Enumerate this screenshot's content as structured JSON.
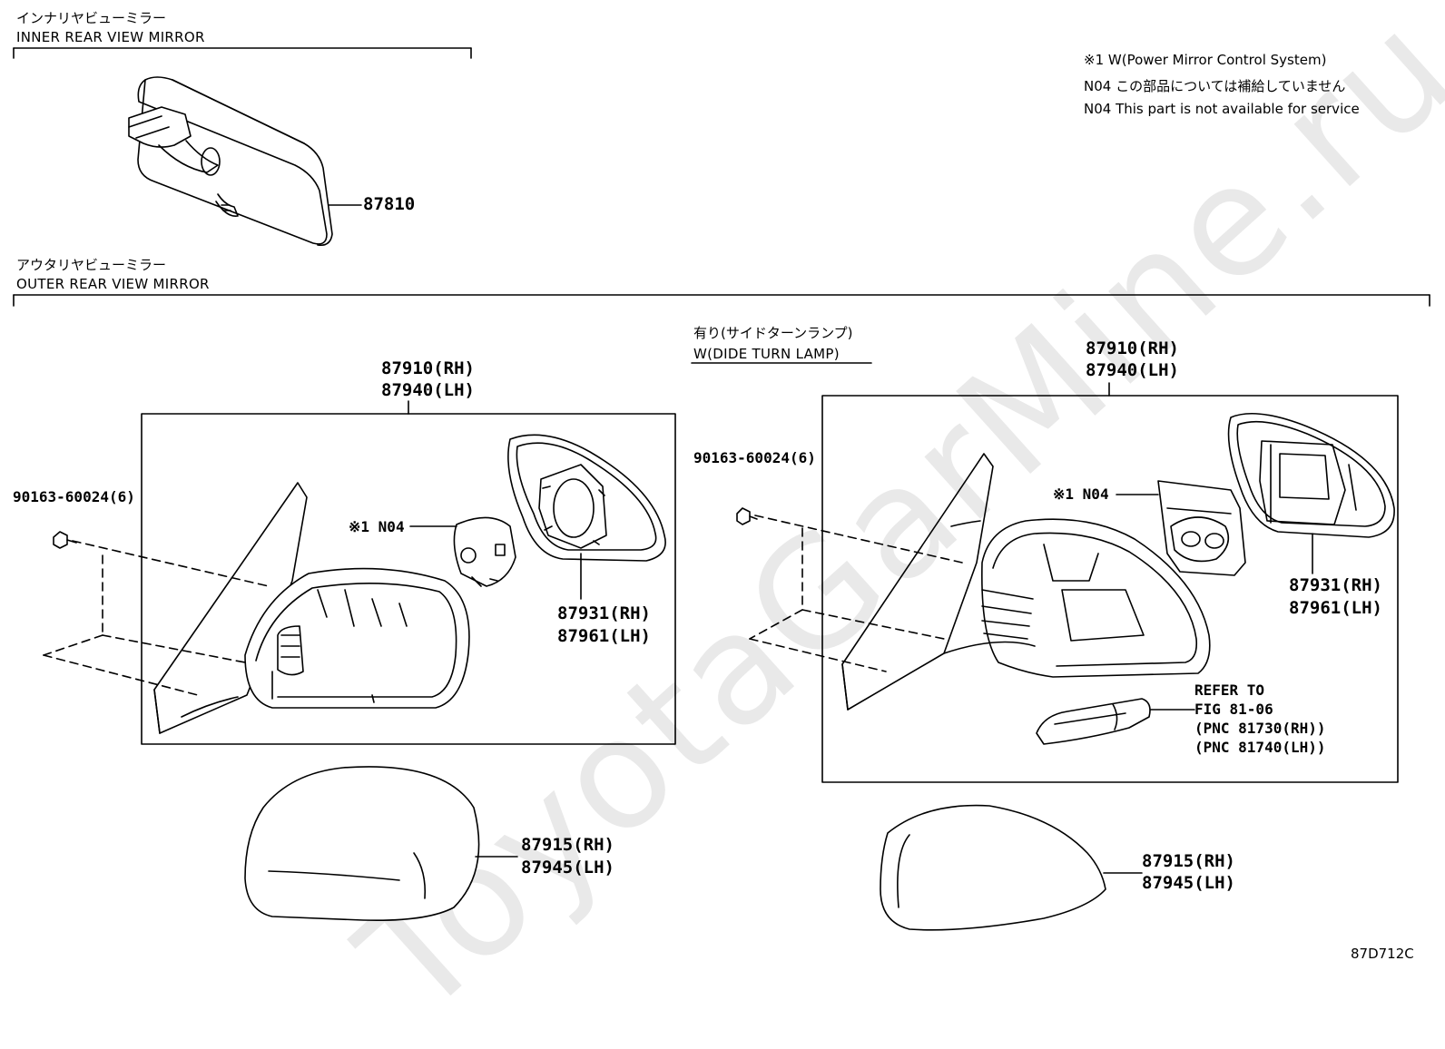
{
  "watermark": "ToyotaGarMine.ru",
  "inner_mirror": {
    "title_jp": "インナリヤビューミラー",
    "title_en": "INNER REAR VIEW MIRROR",
    "part": "87810"
  },
  "outer_mirror": {
    "title_jp": "アウタリヤビューミラー",
    "title_en": "OUTER REAR VIEW MIRROR"
  },
  "notes": {
    "note1": "※1 W(Power Mirror Control System)",
    "note2": "N04 この部品については補給していません",
    "note3": "N04 This part is not available for service"
  },
  "left_assembly": {
    "assy_rh": "87910(RH)",
    "assy_lh": "87940(LH)",
    "screw": "90163-60024(6)",
    "n04": "※1 N04",
    "glass_rh": "87931(RH)",
    "glass_lh": "87961(LH)",
    "cover_rh": "87915(RH)",
    "cover_lh": "87945(LH)"
  },
  "right_assembly": {
    "variant_jp": "有り(サイドターンランプ)",
    "variant_en": "W(DIDE TURN LAMP)",
    "assy_rh": "87910(RH)",
    "assy_lh": "87940(LH)",
    "screw": "90163-60024(6)",
    "n04": "※1 N04",
    "glass_rh": "87931(RH)",
    "glass_lh": "87961(LH)",
    "refer1": "REFER TO",
    "refer2": "FIG 81-06",
    "refer3": "(PNC 81730(RH))",
    "refer4": "(PNC 81740(LH))",
    "cover_rh": "87915(RH)",
    "cover_lh": "87945(LH)"
  },
  "illustration_code": "87D712C"
}
